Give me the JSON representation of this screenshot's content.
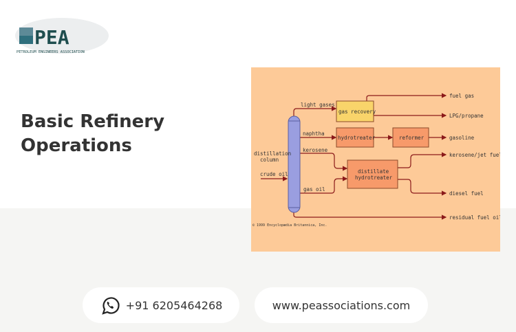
{
  "logo": {
    "wordmark": "PEA",
    "tagline": "PETROLEUM ENGINEERS ASSOCIATION"
  },
  "title": {
    "line1": "Basic Refinery",
    "line2": "Operations"
  },
  "diagram": {
    "boxes": {
      "gas_recovery": "gas recovery",
      "hydrotreater": "hydrotreater",
      "reformer": "reformer",
      "distillate1": "distillate",
      "distillate2": "hydrotreater"
    },
    "inputs": {
      "light_gases": "light gases",
      "naphtha": "naphtha",
      "kerosene": "kerosene",
      "gas_oil": "gas oil",
      "column1": "distillation",
      "column2": "column",
      "crude": "crude oil"
    },
    "outputs": {
      "fuel_gas": "fuel gas",
      "lpg": "LPG/propane",
      "gasoline": "gasoline",
      "jet": "kerosene/jet fuel",
      "diesel": "diesel fuel",
      "residual": "residual fuel oil"
    },
    "copyright": "© 1999 Encyclopædia Britannica, Inc."
  },
  "contact": {
    "phone": "+91 6205464268",
    "website": "www.peassociations.com",
    "phone_icon": "whatsapp-icon"
  },
  "colors": {
    "brand": "#1f4e4f",
    "line": "#8b1a1a",
    "box": "#f79a6a",
    "yellow": "#f9d46a",
    "column": "#9a9ee0"
  }
}
